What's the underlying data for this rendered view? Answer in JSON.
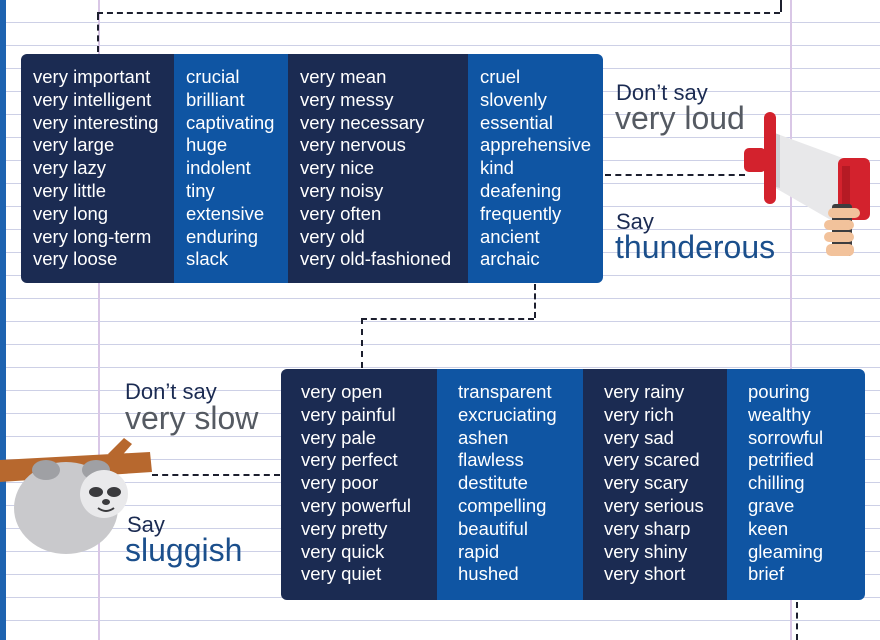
{
  "top_section": {
    "dont_say": "Don’t say",
    "phrase": "very loud",
    "say": "Say",
    "replacement": "thunderous",
    "columns": [
      [
        "very important",
        "very intelligent",
        "very interesting",
        "very large",
        "very lazy",
        "very little",
        "very long",
        "very long-term",
        "very loose"
      ],
      [
        "crucial",
        "brilliant",
        "captivating",
        "huge",
        "indolent",
        "tiny",
        "extensive",
        "enduring",
        "slack"
      ],
      [
        "very mean",
        "very messy",
        "very necessary",
        "very nervous",
        "very nice",
        "very noisy",
        "very often",
        "very old",
        "very old-fashioned"
      ],
      [
        "cruel",
        "slovenly",
        "essential",
        "apprehensive",
        "kind",
        "deafening",
        "frequently",
        "ancient",
        "archaic"
      ]
    ]
  },
  "bottom_section": {
    "dont_say": "Don’t say",
    "phrase": "very slow",
    "say": "Say",
    "replacement": "sluggish",
    "columns": [
      [
        "very open",
        "very painful",
        "very pale",
        "very perfect",
        "very poor",
        "very powerful",
        "very pretty",
        "very quick",
        "very quiet"
      ],
      [
        "transparent",
        "excruciating",
        "ashen",
        "flawless",
        "destitute",
        "compelling",
        "beautiful",
        "rapid",
        "hushed"
      ],
      [
        "very rainy",
        "very rich",
        "very sad",
        "very scared",
        "very scary",
        "very serious",
        "very sharp",
        "very shiny",
        "very short"
      ],
      [
        "pouring",
        "wealthy",
        "sorrowful",
        "petrified",
        "chilling",
        "grave",
        "keen",
        "gleaming",
        "brief"
      ]
    ]
  },
  "colors": {
    "dark_column": "#1b2b52",
    "blue_column": "#0f55a3",
    "label_grey": "#555a62",
    "label_blue": "#1b4f8c",
    "megaphone_red": "#d3222d"
  },
  "icons": [
    "megaphone-icon",
    "sloth-icon"
  ]
}
